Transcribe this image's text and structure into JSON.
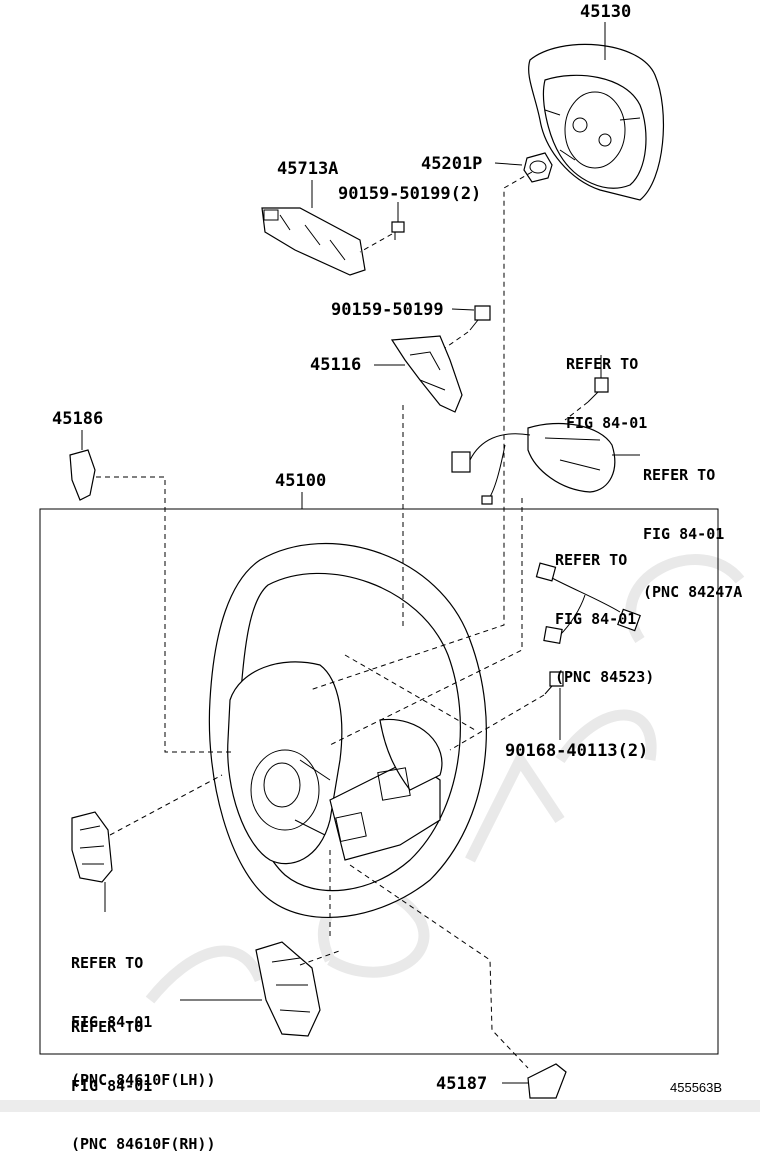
{
  "labels": {
    "p45130": "45130",
    "p45713a": "45713A",
    "p45201p": "45201P",
    "p90159_2": "90159-50199(2)",
    "p90159": "90159-50199",
    "p45116": "45116",
    "p45186": "45186",
    "p45100": "45100",
    "p90168": "90168-40113(2)",
    "p45187": "45187"
  },
  "notes": {
    "ref_a": [
      "REFER TO",
      "FIG 84-01"
    ],
    "ref_b": [
      "REFER TO",
      "FIG 84-01",
      "(PNC 84247A"
    ],
    "ref_c": [
      "REFER TO",
      "FIG 84-01",
      "(PNC 84523)"
    ],
    "ref_d": [
      "REFER TO",
      "FIG 84-01",
      "(PNC 84610F(LH))"
    ],
    "ref_e": [
      "REFER TO",
      "FIG 84-01",
      "(PNC 84610F(RH))"
    ]
  },
  "figure_id": "455563B"
}
